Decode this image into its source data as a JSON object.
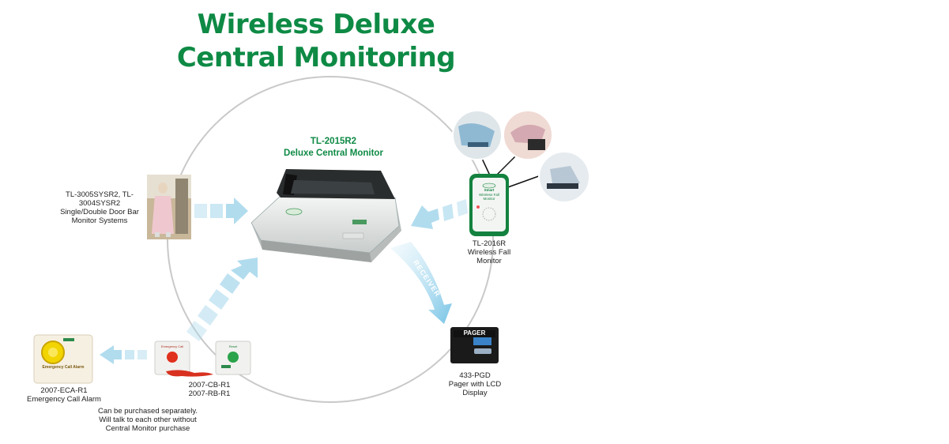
{
  "title": {
    "line1": "Wireless Deluxe",
    "line2": "Central  Monitoring"
  },
  "central_monitor": {
    "model": "TL-2015R2",
    "name": "Deluxe Central Monitor"
  },
  "door_bar": {
    "line1": "TL-3005SYSR2, TL-",
    "line2": "3004SYSR2",
    "line3": "Single/Double Door Bar",
    "line4": "Monitor Systems"
  },
  "fall_monitor": {
    "line1": "TL-2016R",
    "line2": "Wireless Fall",
    "line3": "Monitor",
    "device_brand": "Smart",
    "device_label": "Wireless Fall Monitor"
  },
  "pager": {
    "screen_label": "PAGER",
    "line1": "433-PGD",
    "line2": "Pager with LCD",
    "line3": "Display"
  },
  "receiver_arrow_label": "RECEIVER",
  "emergency_alarm": {
    "line1": "2007-ECA-R1",
    "line2": "Emergency Call Alarm",
    "device_text": "Emergency Call Alarm"
  },
  "call_buttons": {
    "line1": "2007-CB-R1",
    "line2": "2007-RB-R1",
    "red_device_text": "Emergency Call",
    "green_device_text": "Reset"
  },
  "note": {
    "line1": "Can be purchased separately.",
    "line2": "Will talk to each other without",
    "line3": "Central Monitor purchase"
  },
  "colors": {
    "brand_green": "#0e8a45",
    "arrow_blue": "#a9d8ec",
    "circle_gray": "#c9c9c9"
  }
}
